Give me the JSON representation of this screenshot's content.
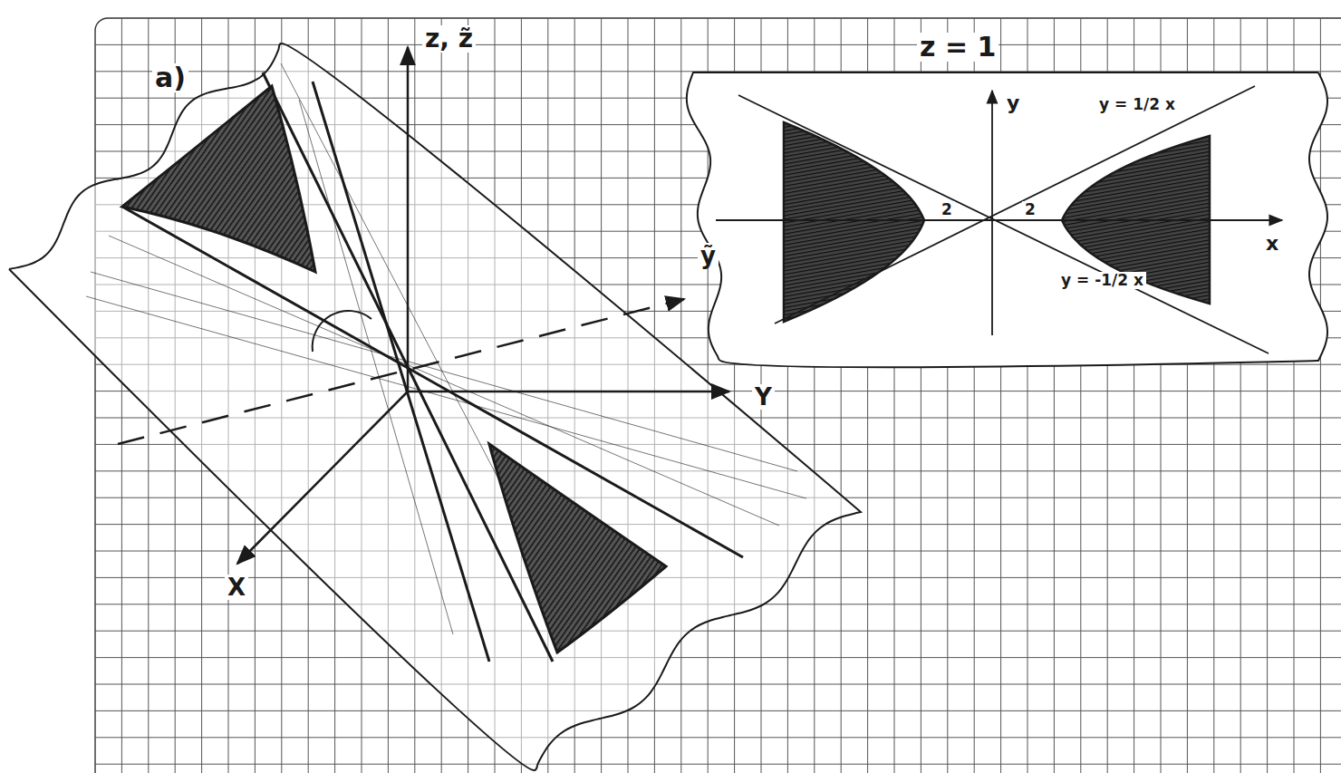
{
  "diagram": {
    "labels": [
      "a)",
      "z, z̃",
      "ỹ",
      "Y",
      "X",
      "z = 1",
      "y",
      "x",
      "y = 1/2 x",
      "2",
      "2",
      "y = -1/2 x"
    ]
  }
}
